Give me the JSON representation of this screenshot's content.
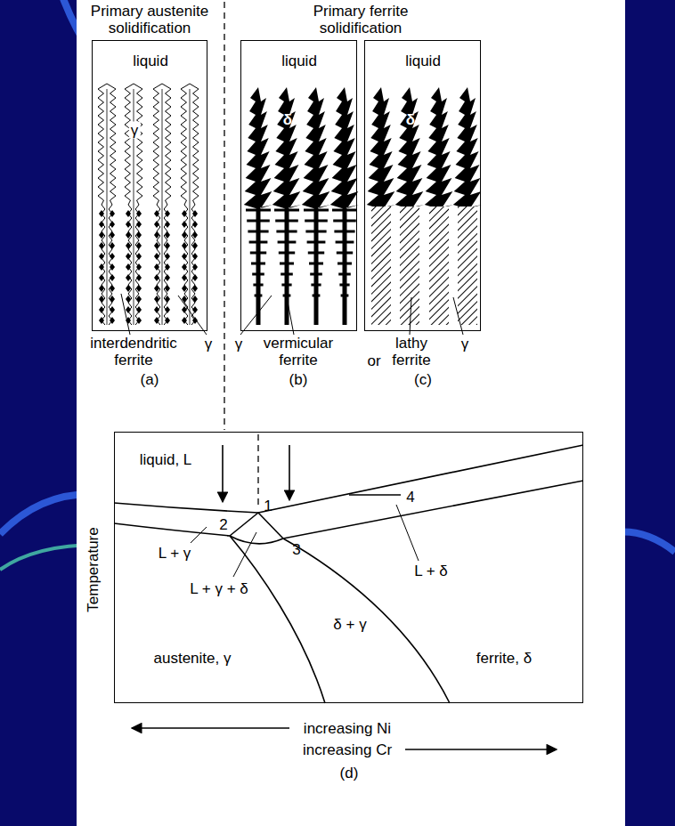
{
  "diagram": {
    "nodes": [
      {
        "text": [
          "liquid",
          "γ"
        ]
      },
      {
        "text": [
          "liquid",
          "δ"
        ]
      },
      {
        "text": [
          "liquid",
          "δ"
        ]
      },
      {
        "text": [
          "liquid, L",
          "1",
          "2",
          "3",
          "4",
          "L + γ",
          "L + γ + δ",
          "L + δ",
          "austenite, γ",
          "δ + γ",
          "ferrite, δ"
        ]
      }
    ],
    "labels": [
      "Primary austenite solidification",
      "Primary ferrite solidification",
      "interdendritic ferrite",
      "γ",
      "γ",
      "vermicular ferrite",
      "or",
      "lathy ferrite",
      "γ",
      "(a)",
      "(b)",
      "(c)",
      "Temperature",
      "increasing Ni",
      "increasing Cr",
      "(d)"
    ]
  }
}
